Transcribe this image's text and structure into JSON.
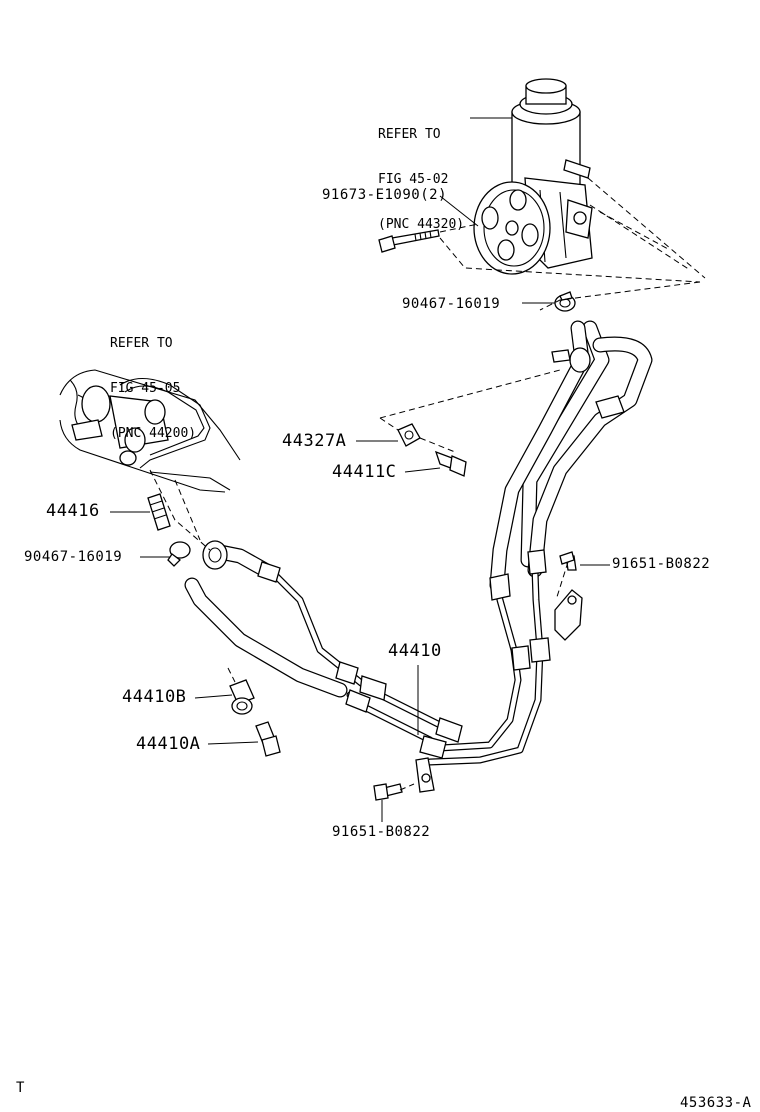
{
  "refs": {
    "pump": [
      "REFER TO",
      "FIG 45-02",
      "(PNC 44320)"
    ],
    "gear": [
      "REFER TO",
      "FIG 45-05",
      "(PNC 44200)"
    ]
  },
  "labels": {
    "bolt_top": "91673-E1090(2)",
    "clamp_top": "90467-16019",
    "gasket": "44327A",
    "union_bolt": "44411C",
    "fitting": "44416",
    "clamp_left": "90467-16019",
    "bolt_right": "91651-B0822",
    "tube_assy": "44410",
    "nut_b": "44410B",
    "union_a": "44410A",
    "bolt_bottom": "91651-B0822"
  },
  "footer": {
    "left_mark": "T",
    "figure_id": "453633-A"
  }
}
